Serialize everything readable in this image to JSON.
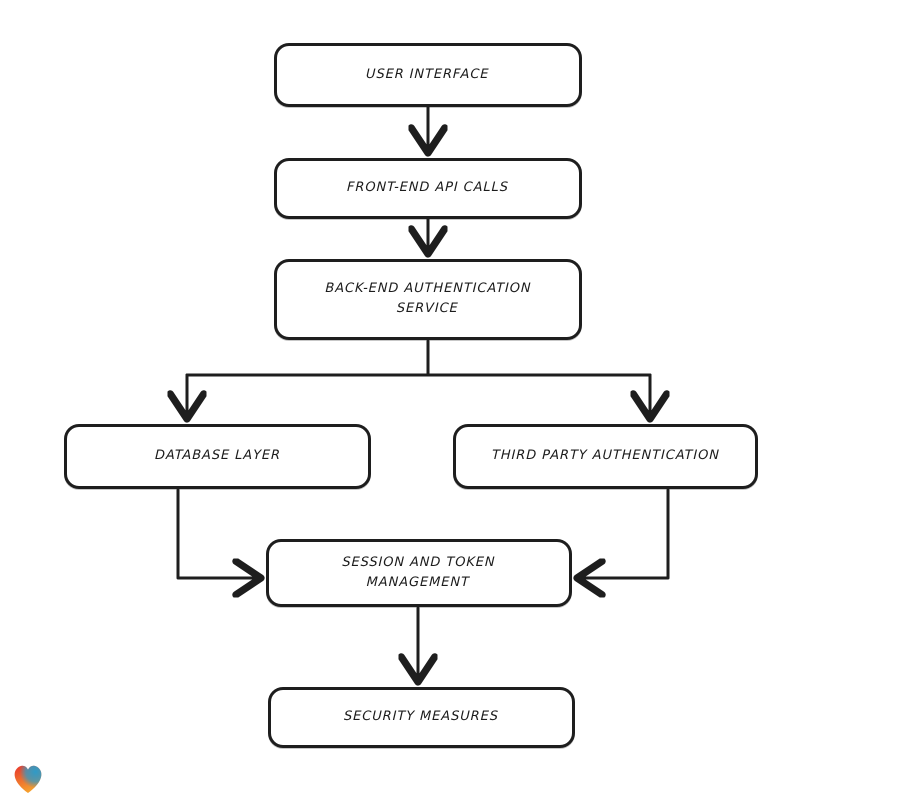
{
  "canvas": {
    "background": "#ffffff",
    "stroke_color": "#1e1e1e"
  },
  "diagram": {
    "nodes": [
      {
        "id": "user-interface",
        "label": "USER INTERFACE"
      },
      {
        "id": "front-end-api-calls",
        "label": "FRONT-END API CALLS"
      },
      {
        "id": "back-end-authentication-service",
        "label": [
          "BACK-END AUTHENTICATION",
          "SERVICE"
        ]
      },
      {
        "id": "database-layer",
        "label": "DATABASE LAYER"
      },
      {
        "id": "third-party-authentication",
        "label": "THIRD PARTY AUTHENTICATION"
      },
      {
        "id": "session-and-token-management",
        "label": [
          "SESSION AND TOKEN",
          "MANAGEMENT"
        ]
      },
      {
        "id": "security-measures",
        "label": "SECURITY MEASURES"
      }
    ],
    "edges": [
      {
        "from": "user-interface",
        "to": "front-end-api-calls"
      },
      {
        "from": "front-end-api-calls",
        "to": "back-end-authentication-service"
      },
      {
        "from": "back-end-authentication-service",
        "to": "database-layer"
      },
      {
        "from": "back-end-authentication-service",
        "to": "third-party-authentication"
      },
      {
        "from": "database-layer",
        "to": "session-and-token-management"
      },
      {
        "from": "third-party-authentication",
        "to": "session-and-token-management"
      },
      {
        "from": "session-and-token-management",
        "to": "security-measures"
      }
    ]
  },
  "logo": {
    "name": "eraser-heart-logo",
    "colors": {
      "red": "#e8362d",
      "blue": "#2f9bc7",
      "orange": "#f59f2d"
    }
  }
}
